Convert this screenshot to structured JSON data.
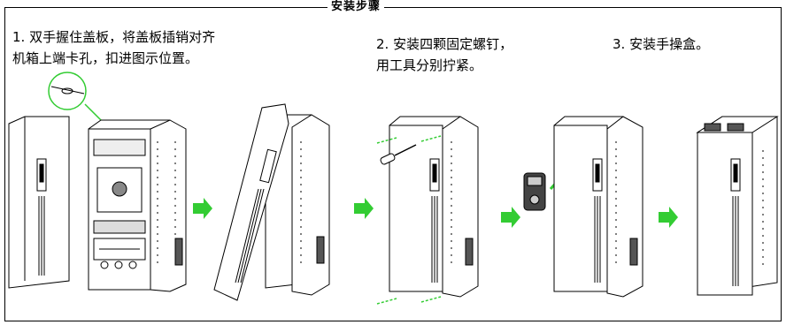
{
  "title": "安装步骤",
  "steps": [
    {
      "label": "1. 双手握住盖板，将盖板插销对齐\n机箱上端卡孔，扣进图示位置。"
    },
    {
      "label": "2. 安装四颗固定螺钉，\n用工具分别拧紧。"
    },
    {
      "label": "3. 安装手操盒。"
    }
  ],
  "colors": {
    "accent": "#33cc33",
    "line": "#000000"
  }
}
